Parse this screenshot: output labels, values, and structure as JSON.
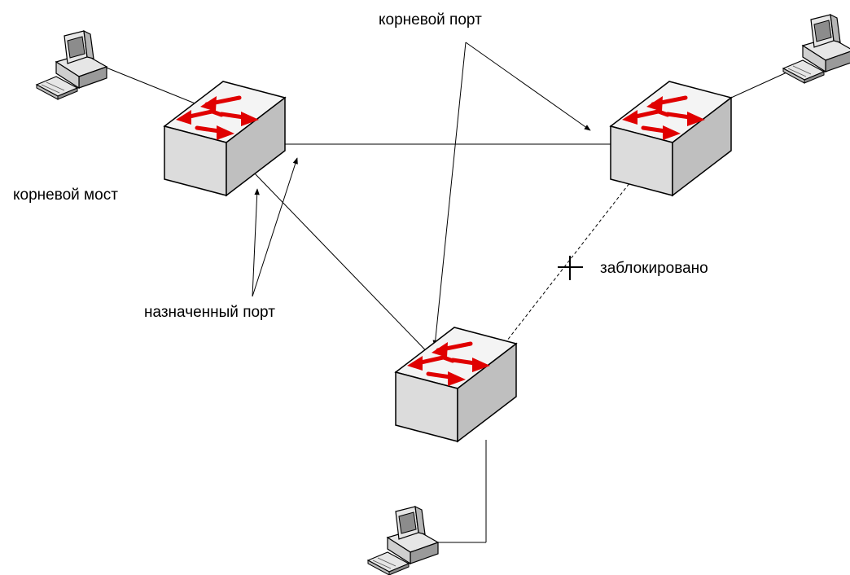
{
  "labels": {
    "root_port": "корневой порт",
    "root_bridge": "корневой мост",
    "designated_port": "назначенный порт",
    "blocked": "заблокировано"
  },
  "colors": {
    "line": "#000000",
    "switch_top": "#f2f2f2",
    "switch_front": "#dcdcdc",
    "switch_side": "#bdbdbd",
    "arrow": "#e00000",
    "pc_light": "#e6e6e6",
    "pc_dark": "#8c8c8c"
  },
  "icons": {
    "switch": "network-switch-icon",
    "computer": "desktop-computer-icon",
    "blocked_mark": "cross-mark-icon"
  }
}
